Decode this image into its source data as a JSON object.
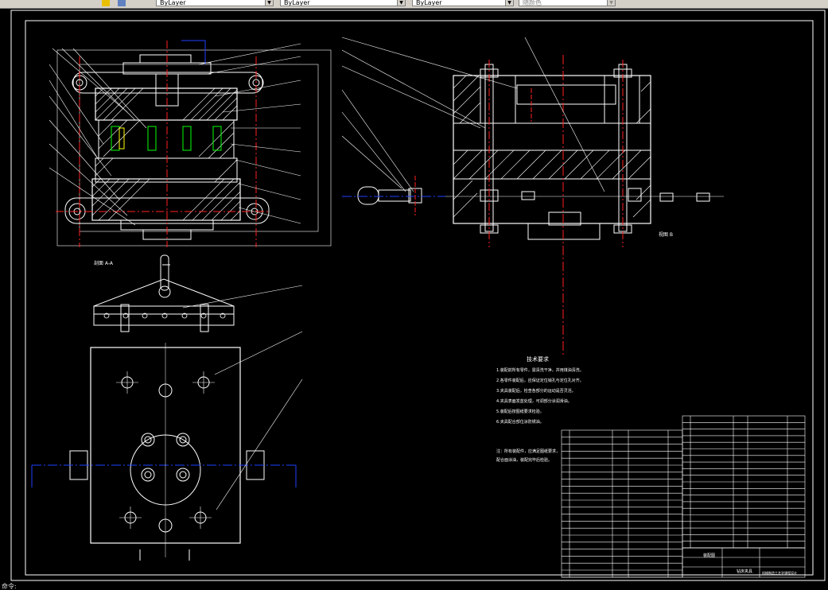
{
  "toolbar": {
    "layer_combo": "ByLayer",
    "linetype_combo": "ByLayer",
    "lineweight_combo": "ByLayer",
    "plotstyle_combo": "随颜色"
  },
  "drawing": {
    "section_label": "剖面 A-A",
    "view_label": "视图 B",
    "tech_title": "技术要求",
    "tech_lines": [
      "1.装配前所有零件，需清洗干净，并用煤油清洗。",
      "2.各零件装配后，应保证定位销孔与定位孔对齐。",
      "3.夹具装配后，检查各部分的运动是否灵活。",
      "4.夹具表面发蓝处理，可调部分涂润滑油。",
      "5.装配后按图纸要求检验。",
      "6.夹具配合部位涂防锈油。"
    ],
    "note_lines": [
      "注：所有装配件，应满足图纸要求，",
      "配合面涂油，装配完毕后检验。"
    ],
    "title_block": {
      "name": "钻床夹具",
      "drawing_no": "装配图",
      "school": "机械制造工艺学课程设计"
    }
  },
  "colors": {
    "line": "#ffffff",
    "center": "#ff2020",
    "dim": "#2040ff",
    "green": "#00ff00",
    "yellow": "#ffff00"
  },
  "status": {
    "command_text": "命令:"
  }
}
